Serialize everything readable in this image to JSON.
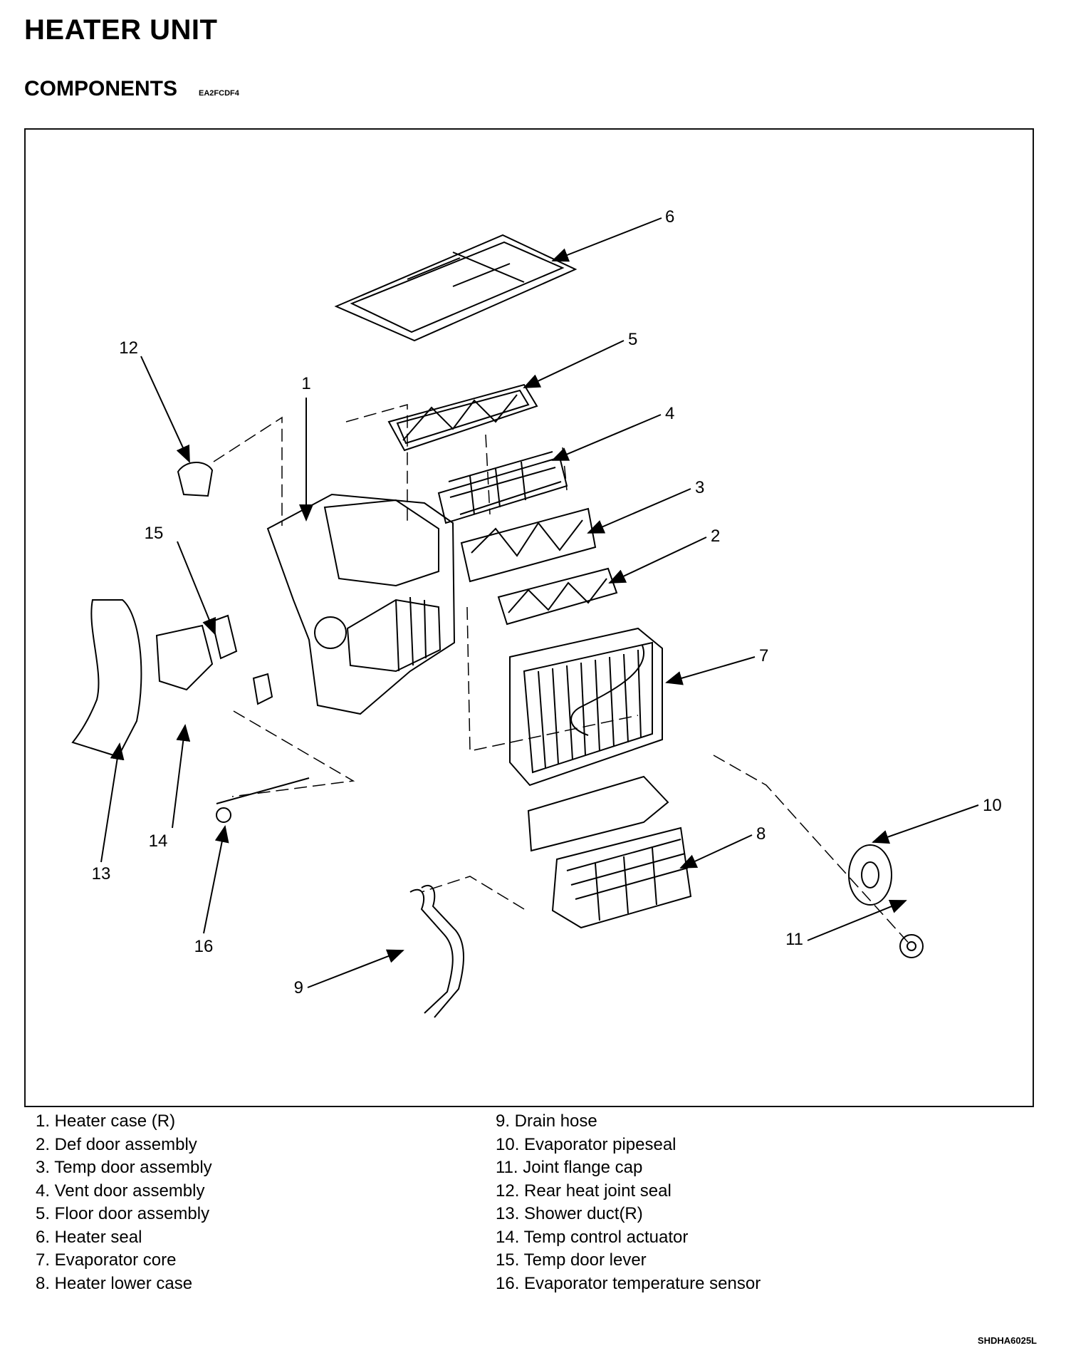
{
  "header": {
    "title": "HEATER UNIT",
    "subtitle": "COMPONENTS",
    "code": "EA2FCDF4"
  },
  "callouts": [
    "1",
    "2",
    "3",
    "4",
    "5",
    "6",
    "7",
    "8",
    "9",
    "10",
    "11",
    "12",
    "13",
    "14",
    "15",
    "16"
  ],
  "legend": {
    "left": [
      "1. Heater case (R)",
      "2. Def door assembly",
      "3. Temp door assembly",
      "4. Vent door assembly",
      "5. Floor door assembly",
      "6. Heater seal",
      "7. Evaporator core",
      "8. Heater lower case"
    ],
    "right": [
      "9. Drain hose",
      "10. Evaporator pipeseal",
      "11. Joint flange cap",
      "12. Rear heat joint seal",
      "13. Shower duct(R)",
      "14. Temp control actuator",
      "15. Temp door lever",
      "16. Evaporator temperature sensor"
    ]
  },
  "figure_code": "SHDHA6025L"
}
